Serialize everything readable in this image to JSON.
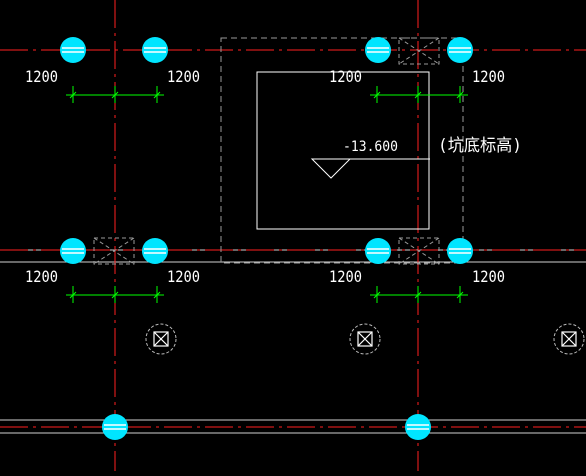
{
  "colors": {
    "background": "#000000",
    "axis": "#ff2020",
    "pile": "#00e5ff",
    "grid": "#ffffff",
    "dim": "#00ff00",
    "gray": "#9a9a9a",
    "text": "#ffffff"
  },
  "labels": {
    "pile_spacing": "1200",
    "pit_elevation": "-13.600",
    "pit_elevation_note": "(坑底标高)"
  },
  "icons": {
    "pile": "circle-pile-icon",
    "cross_box": "cross-box-icon",
    "column": "column-marker-icon",
    "elevation": "elevation-triangle-icon"
  }
}
